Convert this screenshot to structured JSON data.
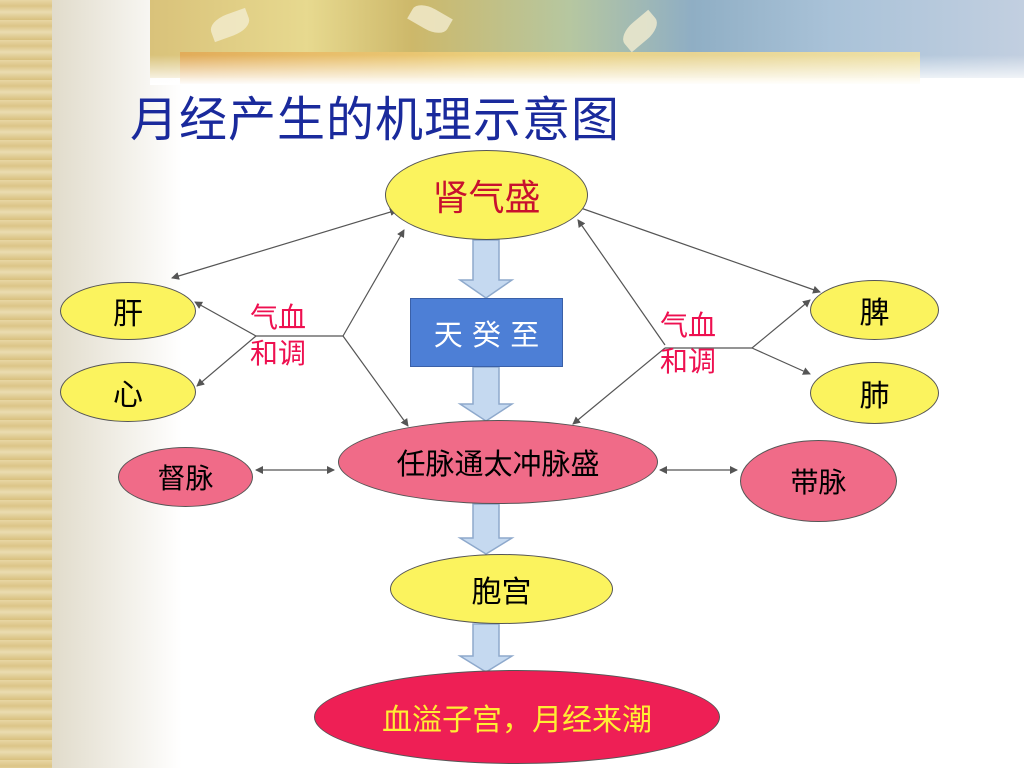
{
  "title": "月经产生的机理示意图",
  "nodes": {
    "shenqi": "肾气盛",
    "tiangui": "天 癸 至",
    "gan": "肝",
    "xin": "心",
    "pi": "脾",
    "fei": "肺",
    "qixue_left_line1": "气血",
    "qixue_left_line2": "和调",
    "qixue_right_line1": "气血",
    "qixue_right_line2": "和调",
    "renmai": "任脉通太冲脉盛",
    "dumai": "督脉",
    "daimai": "带脉",
    "baogong": "胞宫",
    "yueji": "血溢子宫，月经来潮"
  },
  "colors": {
    "title": "#1a2a9c",
    "yellow_node": "#fbf35e",
    "pink_node": "#f06b88",
    "red_node": "#ee1f55",
    "red_node_text": "#ffee33",
    "box": "#4d7fd6",
    "label_red": "#ee1050",
    "arrow_fill": "#c5d9f0",
    "line": "#555555"
  }
}
